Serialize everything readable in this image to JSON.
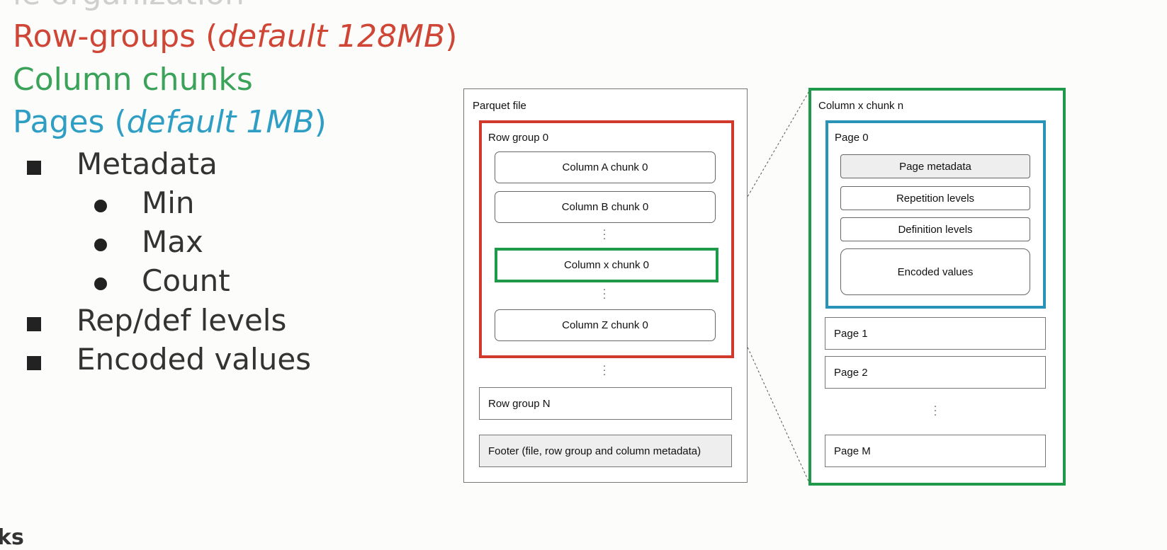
{
  "slide": {
    "title_fragment": "le organization",
    "headings": {
      "row_groups": {
        "text": "Row-groups (",
        "emph": "default 128MB",
        "close": ")"
      },
      "column_chunks": {
        "text": "Column chunks"
      },
      "pages": {
        "text": "Pages (",
        "emph": "default 1MB",
        "close": ")"
      }
    },
    "bullets": [
      {
        "label": "Metadata",
        "sub": [
          "Min",
          "Max",
          "Count"
        ]
      },
      {
        "label": "Rep/def levels"
      },
      {
        "label": "Encoded values"
      }
    ],
    "brand_fragment": "ks"
  },
  "diagram": {
    "parquet_file": {
      "label": "Parquet file",
      "row_group_0": {
        "label": "Row group 0",
        "chunks": [
          "Column A chunk 0",
          "Column B chunk 0",
          "Column x chunk 0",
          "Column Z chunk 0"
        ]
      },
      "row_group_n": "Row group N",
      "footer": "Footer (file, row group and column metadata)"
    },
    "column_chunk": {
      "label": "Column x chunk n",
      "page_0": {
        "label": "Page 0",
        "parts": [
          "Page metadata",
          "Repetition levels",
          "Definition levels",
          "Encoded values"
        ]
      },
      "pages": [
        "Page 1",
        "Page 2",
        "Page M"
      ]
    }
  },
  "colors": {
    "row_group": "#cf4636",
    "column_chunk": "#3aa259",
    "page": "#2e9ec4",
    "diagram_red": "#d0392b",
    "diagram_green": "#1f9a4a",
    "diagram_blue": "#2a93b8"
  }
}
